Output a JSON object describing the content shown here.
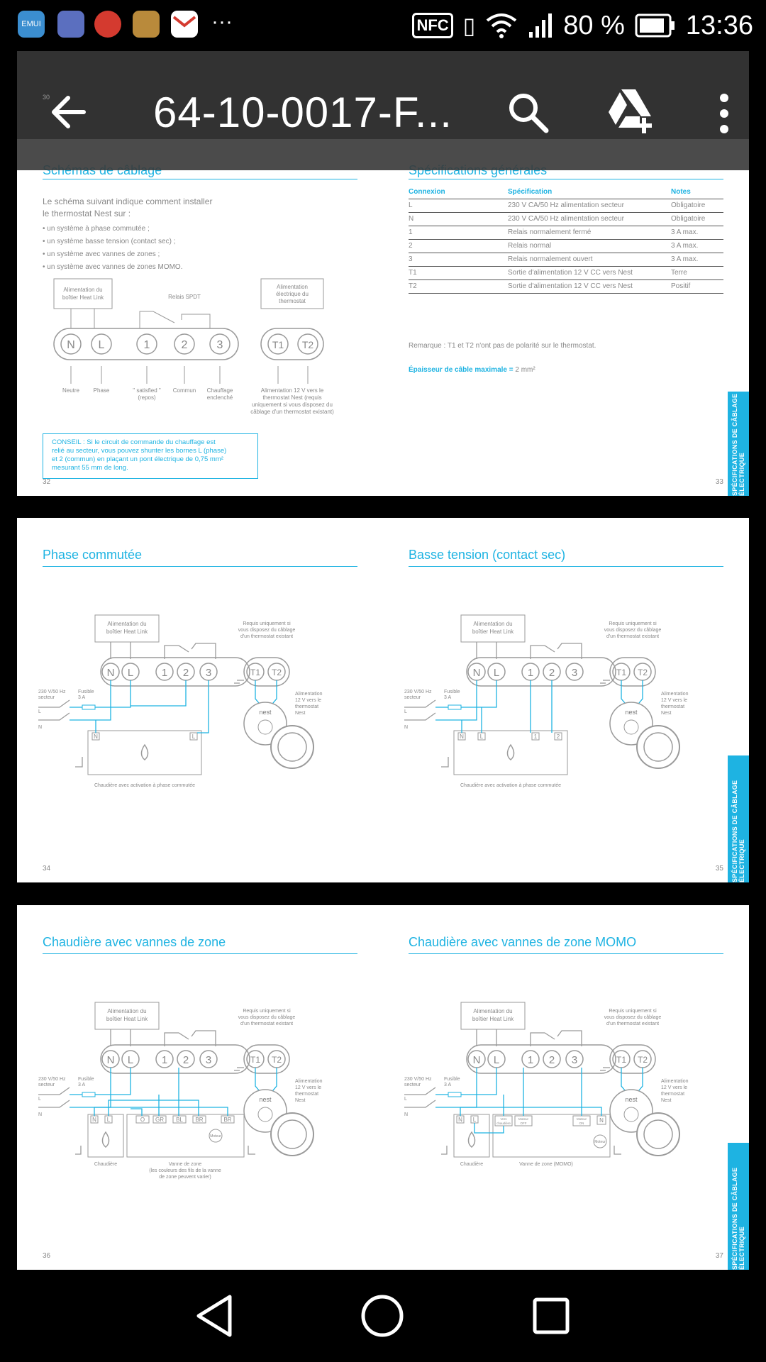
{
  "status_bar": {
    "overflow": "···",
    "nfc": "NFC",
    "battery": "80 %",
    "time": "13:36"
  },
  "toolbar": {
    "title": "64-10-0017-F...",
    "page_hint": "30"
  },
  "spreads": [
    {
      "left": {
        "title": "Schémas de câblage",
        "intro": [
          "Le schéma suivant indique comment installer",
          "le thermostat Nest sur :"
        ],
        "bullets": [
          "• un système à phase commutée ;",
          "• un système basse tension (contact sec) ;",
          "• un système avec vannes de zones ;",
          "• un système avec vannes de zones MOMO."
        ],
        "box_heatlink": [
          "Alimentation du",
          "boîtier Heat Link"
        ],
        "relay_label": "Relais SPDT",
        "box_thermostat": [
          "Alimentation",
          "électrique du",
          "thermostat"
        ],
        "terminals": [
          "N",
          "L",
          "1",
          "2",
          "3"
        ],
        "terminals_t": [
          "T1",
          "T2"
        ],
        "terminal_labels": [
          "Neutre",
          "Phase",
          "\" satisfied \"",
          "(repos)",
          "Commun",
          "Chauffage",
          "enclenché"
        ],
        "t_label": [
          "Alimentation 12 V vers le",
          "thermostat Nest (requis",
          "uniquement si vous disposez du",
          "câblage d'un thermostat existant)"
        ],
        "conseil": [
          "CONSEIL : Si le circuit de commande du chauffage est",
          "relié au secteur, vous pouvez shunter les bornes L (phase)",
          "et 2 (commun) en plaçant un pont électrique de 0,75 mm²",
          "mesurant 55 mm de long."
        ],
        "page_num": "32"
      },
      "right": {
        "title": "Spécifications générales",
        "table_headers": [
          "Connexion",
          "Spécification",
          "Notes"
        ],
        "table_rows": [
          [
            "L",
            "230 V CA/50 Hz alimentation secteur",
            "Obligatoire"
          ],
          [
            "N",
            "230 V CA/50 Hz alimentation secteur",
            "Obligatoire"
          ],
          [
            "1",
            "Relais normalement fermé",
            "3 A max."
          ],
          [
            "2",
            "Relais normal",
            "3 A max."
          ],
          [
            "3",
            "Relais normalement ouvert",
            "3 A max."
          ],
          [
            "T1",
            "Sortie d'alimentation 12 V CC vers Nest",
            "Terre"
          ],
          [
            "T2",
            "Sortie d'alimentation 12 V CC vers Nest",
            "Positif"
          ]
        ],
        "remark": "Remarque : T1 et T2 n'ont pas de polarité sur le thermostat.",
        "thickness_label": "Épaisseur de câble maximale =",
        "thickness_value": "2 mm²",
        "side_tab": "SPÉCIFICATIONS DE CÂBLAGE ÉLECTRIQUE",
        "page_num": "33"
      }
    },
    {
      "left": {
        "title": "Phase commutée",
        "boiler_label": "Chaudière avec activation à phase commutée",
        "page_num": "34"
      },
      "right": {
        "title": "Basse tension (contact sec)",
        "boiler_label": "Chaudière avec activation à phase commutée",
        "side_tab": "SPÉCIFICATIONS DE CÂBLAGE ÉLECTRIQUE",
        "page_num": "35"
      }
    },
    {
      "left": {
        "title": "Chaudière avec vannes de zone",
        "boiler_label": "Chaudière",
        "valve_label": [
          "Vanne de zone",
          "(les couleurs des fils de la vanne",
          "de zone peuvent varier)"
        ],
        "valve_terminals": [
          "O",
          "GR",
          "BL",
          "BR"
        ],
        "page_num": "36"
      },
      "right": {
        "title": "Chaudière avec vannes de zone MOMO",
        "boiler_label": "Chaudière",
        "valve_label": [
          "Vanne de zone (MOMO)"
        ],
        "momo_terminals": [
          "Vers chaudière",
          "Moteur OFF",
          "Moteur ON"
        ],
        "side_tab": "SPÉCIFICATIONS DE CÂBLAGE ÉLECTRIQUE",
        "page_num": "37"
      }
    }
  ],
  "common_diagram": {
    "heatlink": [
      "Alimentation du",
      "boîtier Heat Link"
    ],
    "requis": [
      "Requis uniquement si",
      "vous disposez du câblage",
      "d'un thermostat existant"
    ],
    "mains": [
      "230 V/50 Hz",
      "secteur"
    ],
    "fuse": [
      "Fusible",
      "3 A"
    ],
    "alim": [
      "Alimentation",
      "12 V vers le",
      "thermostat",
      "Nest"
    ],
    "nest_logo": "nest",
    "moteur": "Moteur",
    "line_labels": [
      "L",
      "N"
    ]
  },
  "colors": {
    "accent": "#1eb3e2",
    "diagram_grey": "#9a9a9a",
    "toolbar": "#373737"
  }
}
